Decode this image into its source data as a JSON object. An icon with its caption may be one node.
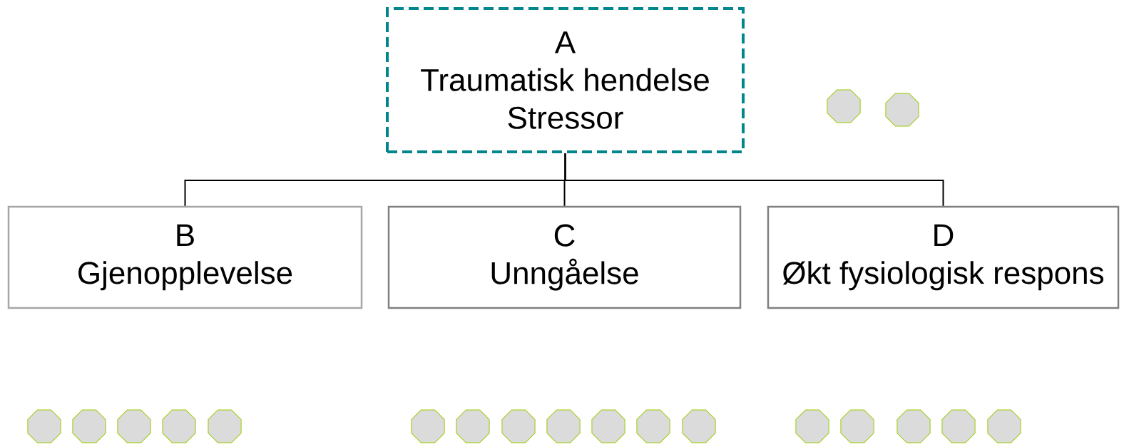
{
  "diagram": {
    "nodes": [
      {
        "text": [
          "A",
          "Traumatisk hendelse",
          "Stressor"
        ]
      },
      {
        "text": [
          "B",
          "Gjenopplevelse"
        ]
      },
      {
        "text": [
          "C",
          "Unngåelse"
        ]
      },
      {
        "text": [
          "D",
          "Økt fysiologisk respons"
        ]
      }
    ],
    "edges": [
      {
        "from": 0,
        "to": 1,
        "arrow": "none"
      },
      {
        "from": 0,
        "to": 2,
        "arrow": "none"
      },
      {
        "from": 0,
        "to": 3,
        "arrow": "none"
      }
    ]
  }
}
